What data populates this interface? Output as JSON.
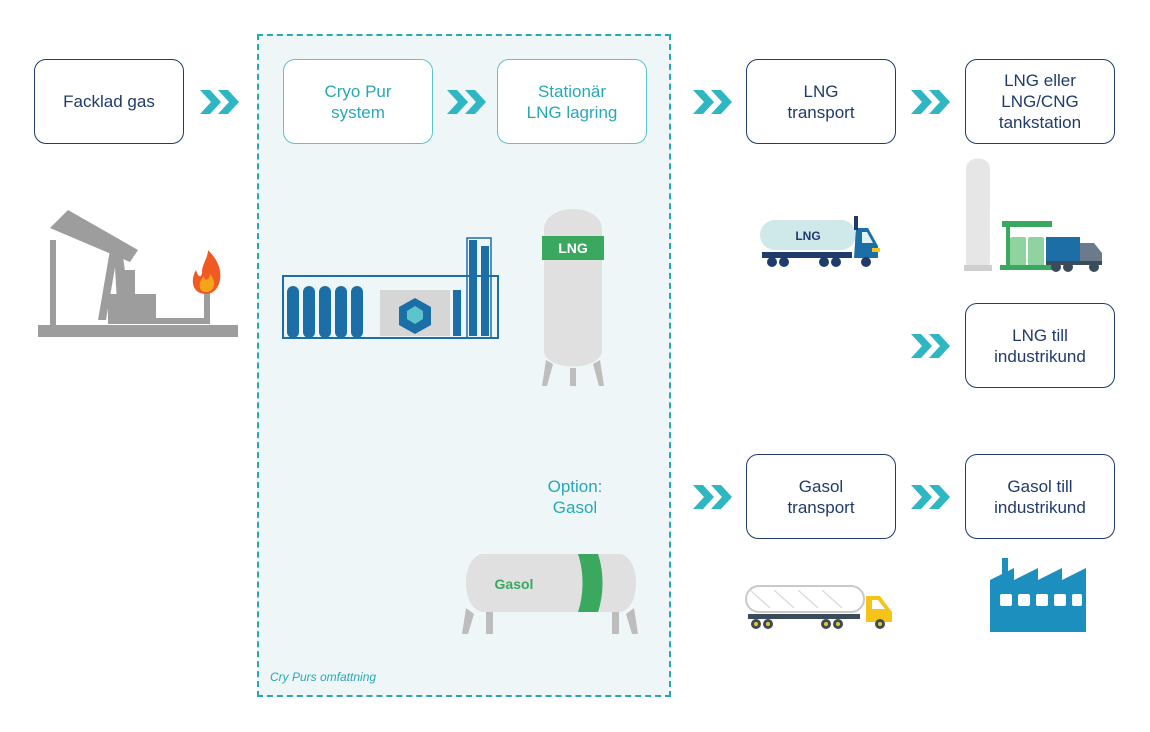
{
  "nodes": {
    "flared_gas": "Facklad gas",
    "cryo_pur": "Cryo Pur\nsystem",
    "stationary_lng": "Stationär\nLNG lagring",
    "lng_transport": "LNG\ntransport",
    "lng_station": "LNG eller\nLNG/CNG\ntankstation",
    "lng_industry": "LNG till\nindustrikund",
    "lpg_transport": "Gasol\ntransport",
    "lpg_industry": "Gasol till\nindustrikund"
  },
  "option_label": "Option:\nGasol",
  "scope_label": "Cry Purs omfattning",
  "tank_labels": {
    "lng_tank": "LNG",
    "gasol_tank": "Gasol",
    "lng_truck": "LNG"
  },
  "colors": {
    "navy": "#1f3b6b",
    "teal": "#27a9b5",
    "chevron": "#2fb6c3",
    "green": "#3aa85f",
    "scope_fill": "#eef6f7",
    "blue": "#1c6fa6",
    "grey": "#9d9d9d"
  },
  "icons": [
    "oil-pump-jack-icon",
    "flare-flame-icon",
    "cryo-pur-unit-icon",
    "lng-storage-tank-icon",
    "lng-tanker-truck-icon",
    "fuel-station-icon",
    "gasol-storage-tank-icon",
    "gasol-tanker-truck-icon",
    "factory-icon",
    "chevron-arrow-icon"
  ]
}
